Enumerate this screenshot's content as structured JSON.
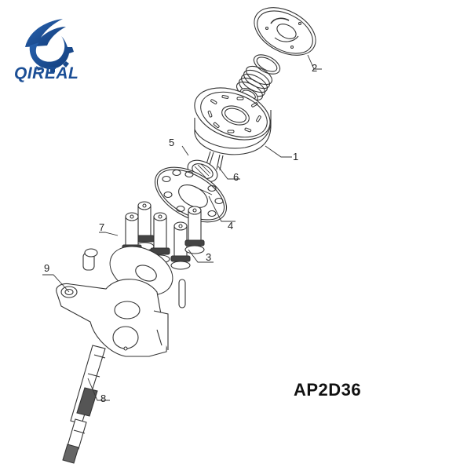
{
  "brand": {
    "name": "QIREAL",
    "color": "#1c4f96",
    "icon": "gear-wing-logo-icon"
  },
  "model": "AP2D36",
  "diagram": {
    "type": "exploded-parts-view",
    "subject": "hydraulic piston pump parts",
    "callouts": [
      {
        "number": "1",
        "part": "cylinder-block"
      },
      {
        "number": "2",
        "part": "valve-plate"
      },
      {
        "number": "3",
        "part": "piston-shoe"
      },
      {
        "number": "4",
        "part": "retainer-plate"
      },
      {
        "number": "5",
        "part": "ball-guide-bearing"
      },
      {
        "number": "6",
        "part": "pin"
      },
      {
        "number": "7",
        "part": "shoe-plate"
      },
      {
        "number": "8",
        "part": "drive-shaft"
      },
      {
        "number": "9",
        "part": "swash-plate"
      }
    ]
  }
}
